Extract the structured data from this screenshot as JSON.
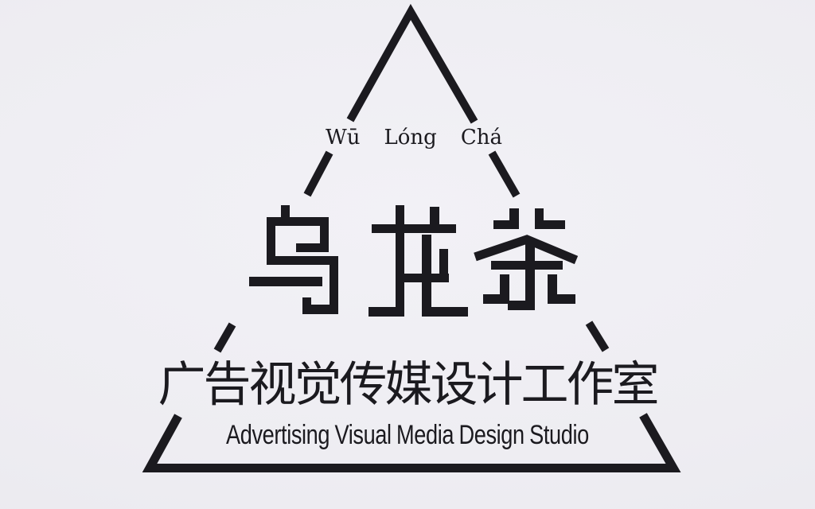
{
  "canvas": {
    "background": "#eeedf2",
    "background_light": "#f2f1f6",
    "background_dark": "#e9e8ee",
    "ink": "#1b1a1f"
  },
  "logo": {
    "shape": "triangle-outline",
    "pinyin_words": [
      "Wū",
      "Lóng",
      "Chá"
    ],
    "main_characters": "乌龙茶",
    "subtitle_cn": "广告视觉传媒设计工作室",
    "subtitle_en": "Advertising Visual Media Design Studio"
  }
}
